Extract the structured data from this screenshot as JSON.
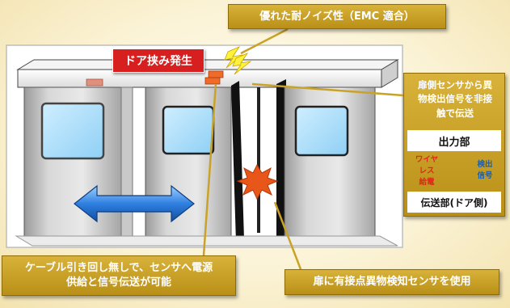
{
  "callouts": {
    "emc": "優れた耐ノイズ性（EMC 適合）",
    "cable_line1": "ケーブル引き回し無しで、センサへ電源",
    "cable_line2": "供給と信号伝送が可能",
    "contact_sensor": "扉に有接点異物検知センサを使用"
  },
  "badge": {
    "door_pinch": "ドア挟み発生"
  },
  "panel": {
    "desc_line1": "扉側センサから異",
    "desc_line2": "物検出信号を非接",
    "desc_line3": "触で伝送",
    "output": "出力部",
    "transmit": "伝送部(ドア側)",
    "wireless_line1": "ワイヤ",
    "wireless_line2": "レス",
    "wireless_line3": "給電",
    "detect_line1": "検出",
    "detect_line2": "信号"
  },
  "colors": {
    "callout_gold": "#c9a227",
    "badge_red": "#d71f1f",
    "power_arrow_red": "#e0261a",
    "signal_arrow_blue": "#1a6fd0",
    "motion_arrow_blue": "#2f7fe0",
    "impact_orange": "#e8561a"
  },
  "icons": {
    "sensor": "sensor-block-icon",
    "lightning": "lightning-bolt-icon",
    "motion": "double-arrow-icon",
    "impact": "collision-burst-icon",
    "power_flow": "arrow-down-icon",
    "signal_flow": "arrow-up-icon"
  }
}
